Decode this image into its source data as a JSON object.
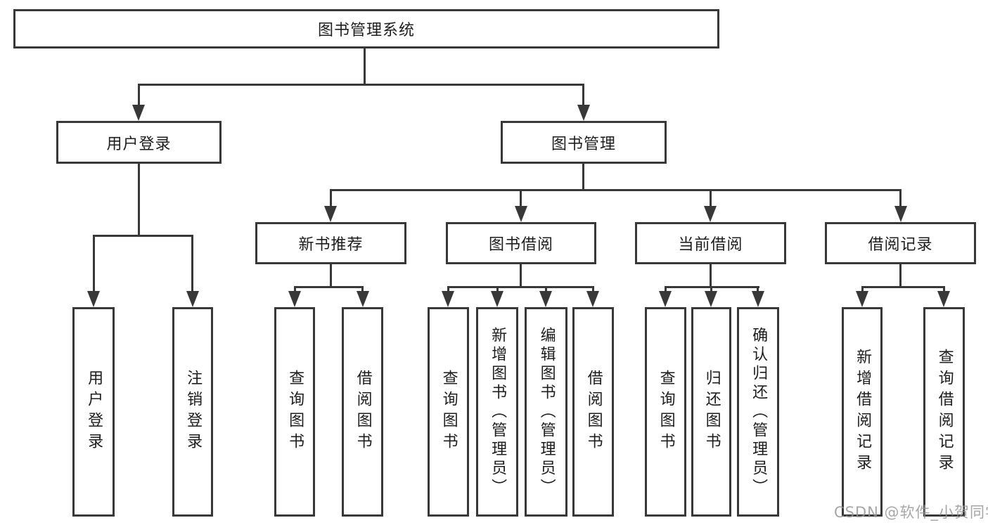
{
  "diagram": {
    "type": "hierarchy",
    "tree": {
      "label": "图书管理系统",
      "children": [
        {
          "label": "用户登录",
          "children": [
            {
              "label": "用户登录"
            },
            {
              "label": "注销登录"
            }
          ]
        },
        {
          "label": "图书管理",
          "children": [
            {
              "label": "新书推荐",
              "children": [
                {
                  "label": "查询图书"
                },
                {
                  "label": "借阅图书"
                }
              ]
            },
            {
              "label": "图书借阅",
              "children": [
                {
                  "label": "查询图书"
                },
                {
                  "label": "新增图书（管理员）"
                },
                {
                  "label": "编辑图书（管理员）"
                },
                {
                  "label": "借阅图书"
                }
              ]
            },
            {
              "label": "当前借阅",
              "children": [
                {
                  "label": "查询图书"
                },
                {
                  "label": "归还图书"
                },
                {
                  "label": "确认归还（管理员）"
                }
              ]
            },
            {
              "label": "借阅记录",
              "children": [
                {
                  "label": "新增借阅记录"
                },
                {
                  "label": "查询借阅记录"
                }
              ]
            }
          ]
        }
      ]
    }
  },
  "watermark": {
    "text": "CSDN @软件_小贺同学"
  },
  "colors": {
    "line": "#383838",
    "text": "#1d1d1d",
    "background": "#ffffff",
    "watermark": "#969696"
  }
}
